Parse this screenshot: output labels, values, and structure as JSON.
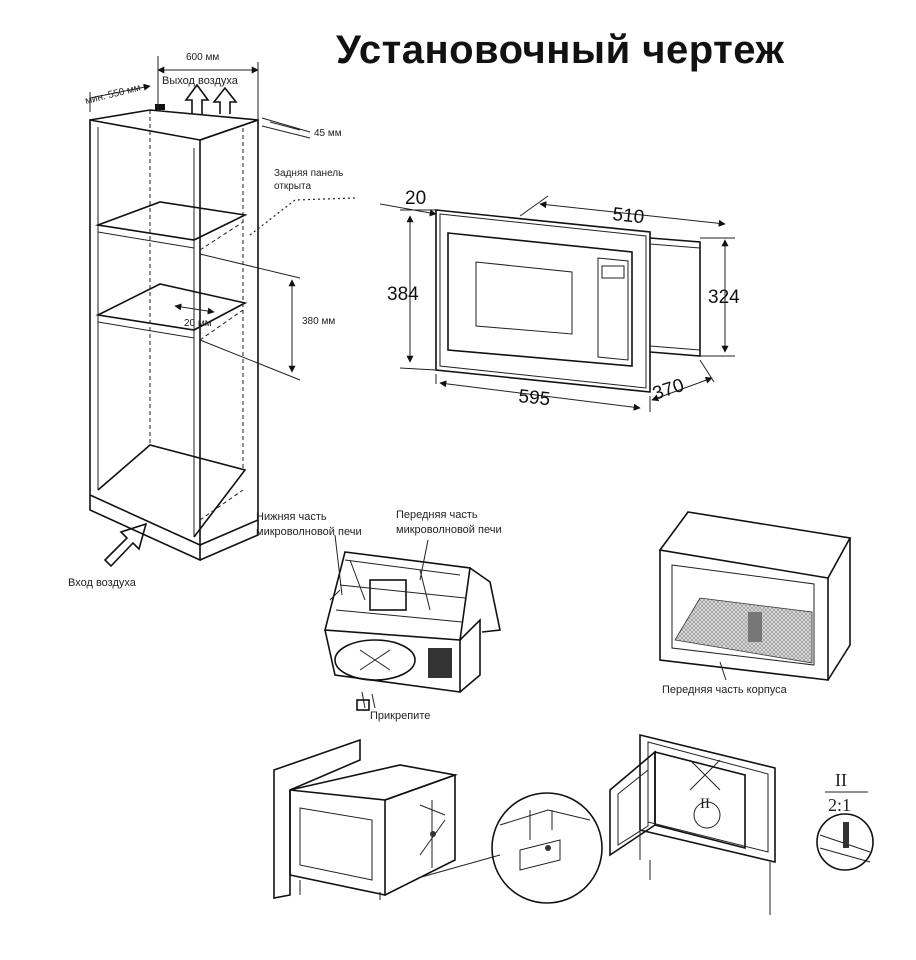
{
  "title": "Установочный чертеж",
  "cabinet": {
    "width_label": "600 мм",
    "depth_label": "мин. 550 мм",
    "air_out": "Выход воздуха",
    "gap_label": "45 мм",
    "rear_panel_line1": "Задняя панель",
    "rear_panel_line2": "открыта",
    "shelf_gap": "20 мм",
    "height_label": "380 мм",
    "air_in": "Вход воздуха"
  },
  "oven_dims": {
    "top_left": "20",
    "top": "510",
    "left": "384",
    "right": "324",
    "bottom": "595",
    "depth": "370"
  },
  "mount": {
    "bottom_part_line1": "Нижняя часть",
    "bottom_part_line2": "микроволновой печи",
    "front_part_line1": "Передняя часть",
    "front_part_line2": "микроволновой печи",
    "fix": "Прикрепите",
    "housing_front": "Передняя часть корпуса"
  },
  "detail": {
    "marker": "II",
    "scale_top": "II",
    "scale_bottom": "2:1"
  }
}
